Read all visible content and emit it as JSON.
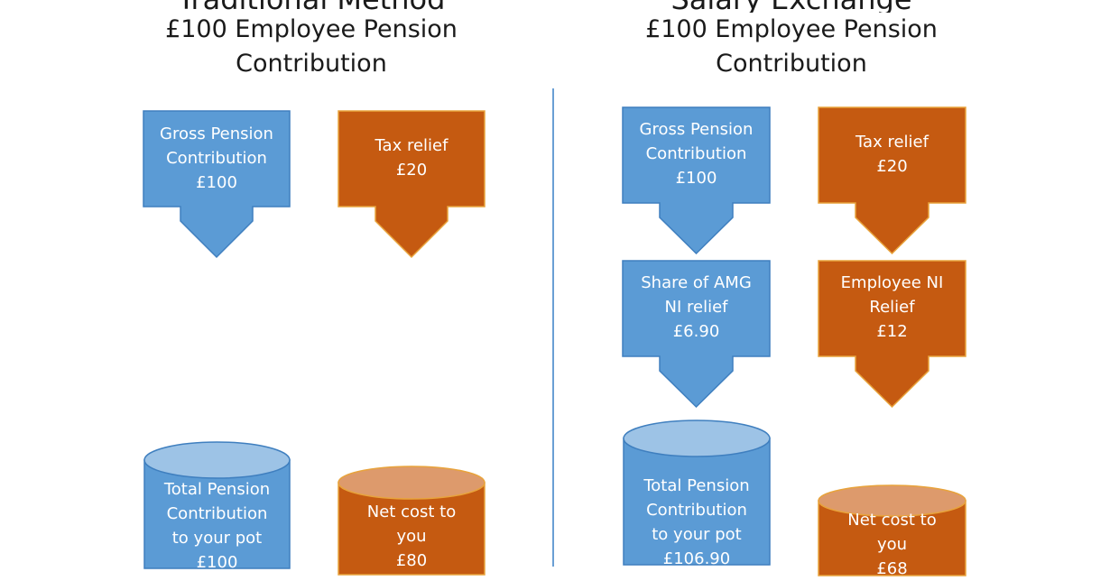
{
  "left": {
    "title": "Traditional Method",
    "subtitle1": "£100 Employee Pension",
    "subtitle2": "Contribution",
    "gross": [
      "Gross Pension",
      "Contribution",
      "£100"
    ],
    "tax": [
      "Tax relief",
      "£20"
    ],
    "total": [
      "Total Pension",
      "Contribution",
      "to your pot",
      "£100"
    ],
    "net": [
      "Net  cost to",
      "you",
      "£80"
    ]
  },
  "right": {
    "title": "Salary Exchange",
    "subtitle1": "£100 Employee Pension",
    "subtitle2": "Contribution",
    "gross": [
      "Gross Pension",
      "Contribution",
      "£100"
    ],
    "tax": [
      "Tax relief",
      "£20"
    ],
    "share": [
      "Share of AMG",
      "NI relief",
      "£6.90"
    ],
    "ni": [
      "Employee NI",
      "Relief",
      "£12"
    ],
    "total": [
      "Total Pension",
      "Contribution",
      "to your pot",
      "£106.90"
    ],
    "net": [
      "Net  cost to",
      "you",
      "£68"
    ]
  },
  "colors": {
    "blue": "#5b9bd5",
    "blue_edge": "#3f7fbf",
    "blue_top": "#9dc3e6",
    "orange": "#c55a11",
    "orange_edge": "#e8a33c",
    "orange_top": "#dd9a6c"
  }
}
